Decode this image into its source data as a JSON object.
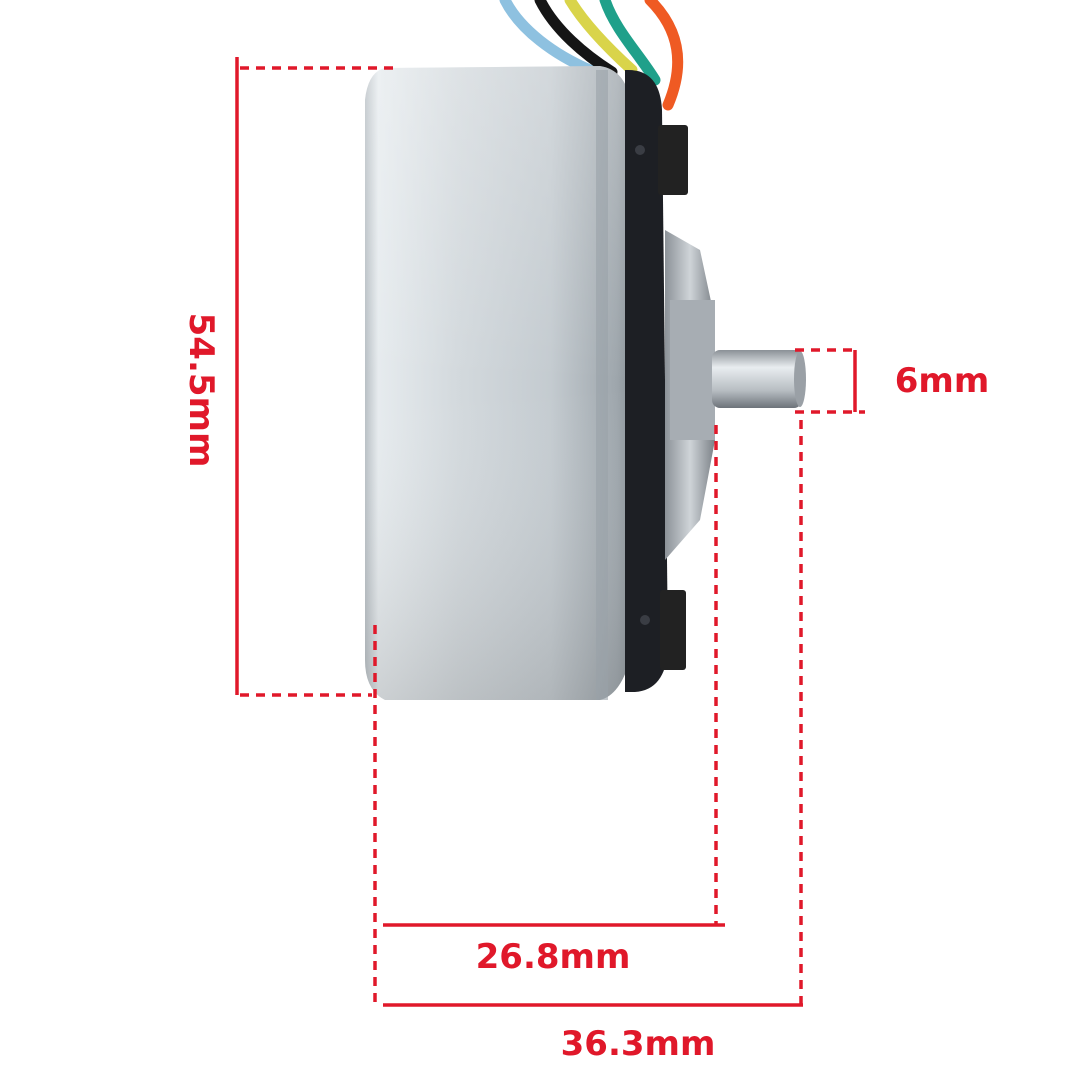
{
  "colors": {
    "dimension": "#e0182a",
    "background": "#ffffff",
    "motor_body": "#c9cfd3",
    "pcb": "#1d1f24"
  },
  "wires": [
    "light-blue",
    "black",
    "yellow",
    "green",
    "orange"
  ],
  "dimensions": {
    "height": "54.5mm",
    "shaft": "6mm",
    "body_length": "26.8mm",
    "total_length": "36.3mm"
  }
}
